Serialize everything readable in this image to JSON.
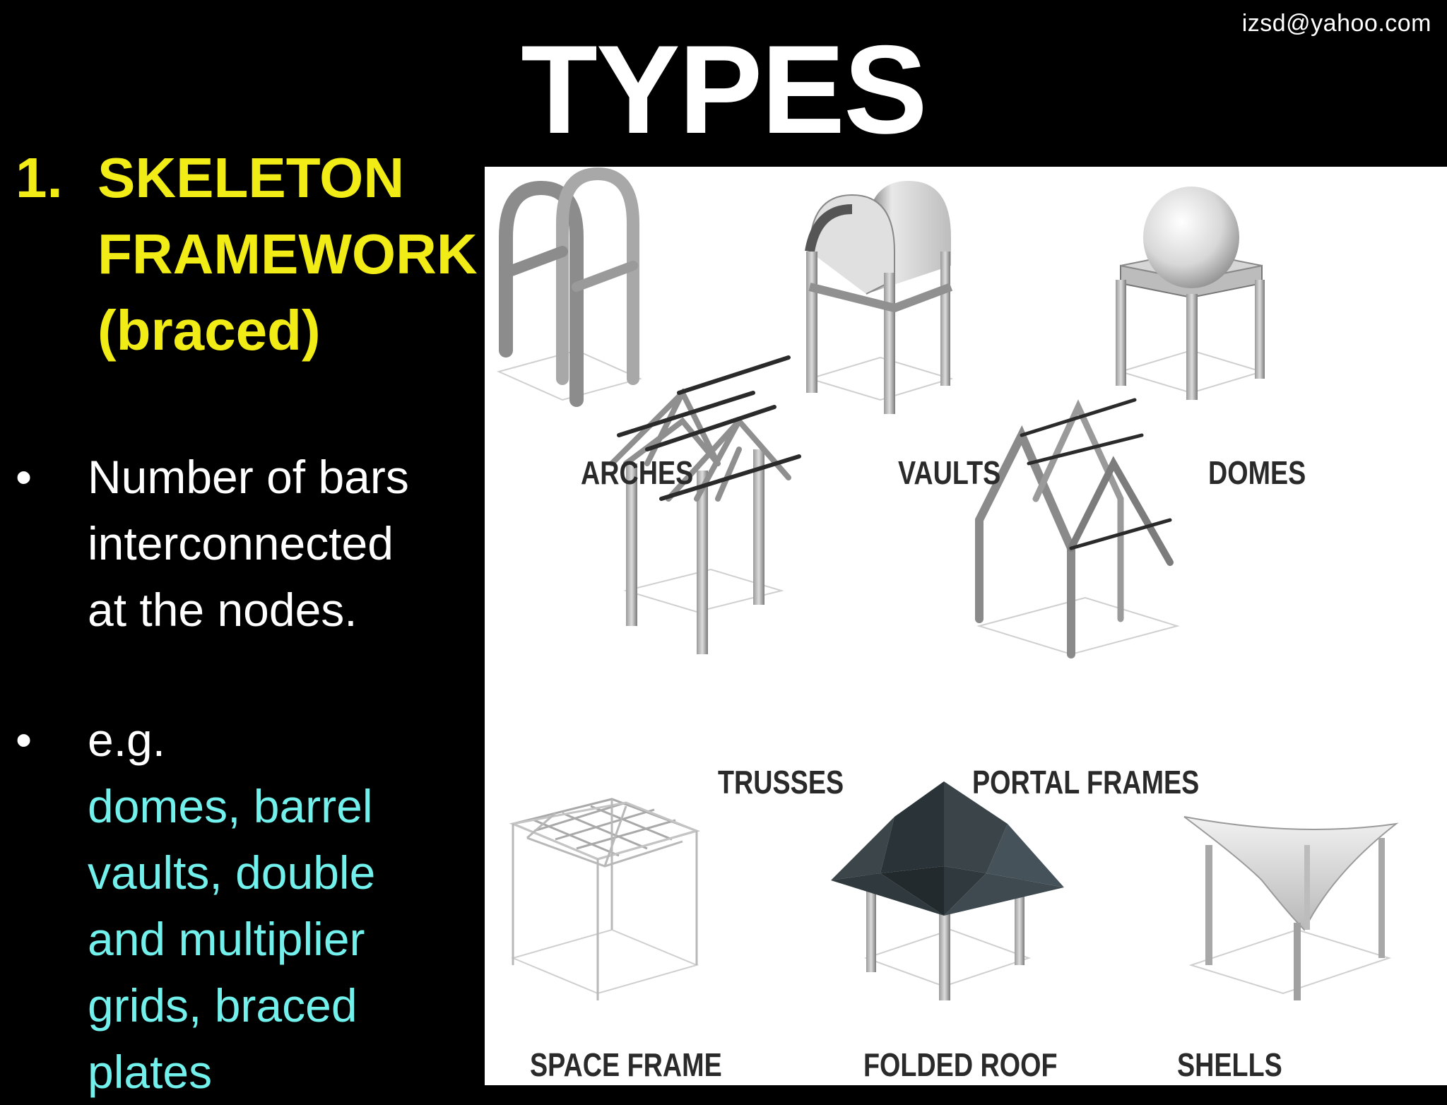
{
  "header": {
    "email": "izsd@yahoo.com",
    "title": "TYPES"
  },
  "section": {
    "number": "1.",
    "lines": [
      "SKELETON",
      "FRAMEWORK",
      "(braced)"
    ]
  },
  "bullets": [
    {
      "marker": "•",
      "text_lines": [
        "Number of bars",
        "interconnected",
        "at the nodes."
      ]
    },
    {
      "marker": "•",
      "intro": "e.g.",
      "example_lines": [
        "domes, barrel",
        "vaults, double",
        "and multiplier",
        "grids, braced",
        "plates"
      ]
    }
  ],
  "figure": {
    "labels": {
      "arches": "ARCHES",
      "vaults": "VAULTS",
      "domes": "DOMES",
      "trusses": "TRUSSES",
      "portal_frames": "PORTAL FRAMES",
      "space_frame": "SPACE FRAME",
      "folded_roof": "FOLDED ROOF",
      "shells": "SHELLS"
    }
  },
  "colors": {
    "heading": "#f2ec16",
    "example_text": "#72f0ec",
    "background": "#000000"
  }
}
